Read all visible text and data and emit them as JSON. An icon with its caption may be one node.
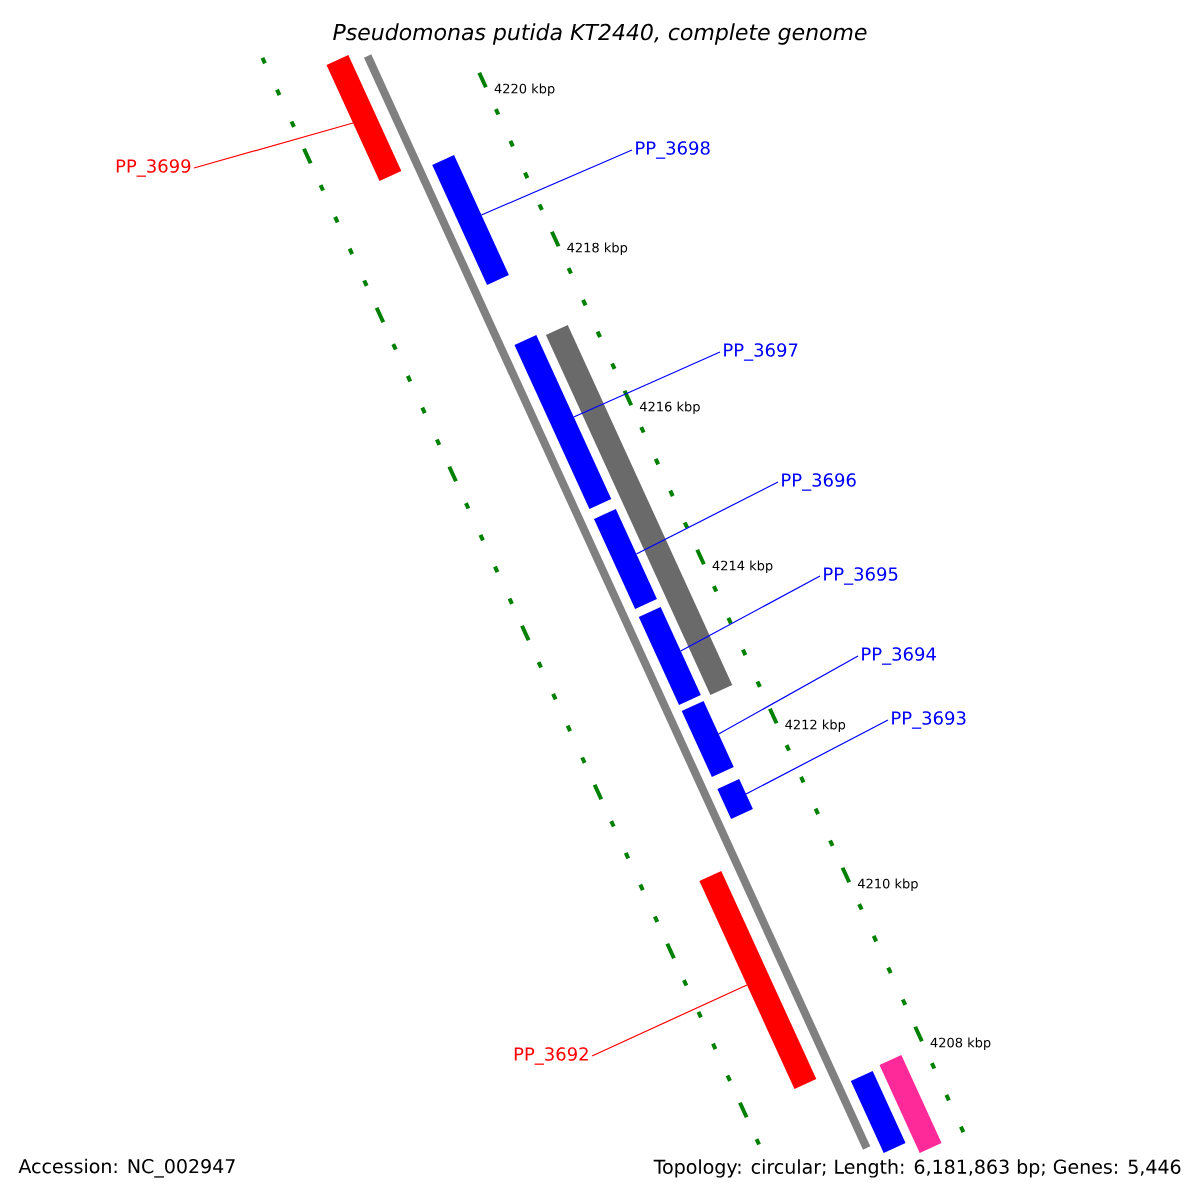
{
  "diagram": {
    "title": "Pseudomonas putida KT2440, complete genome",
    "nodes": [
      {
        "text": [
          "PP_3699"
        ]
      },
      {
        "text": [
          "PP_3698"
        ]
      },
      {
        "text": [
          "PP_3697"
        ]
      },
      {
        "text": [
          "PP_3696"
        ]
      },
      {
        "text": [
          "PP_3695"
        ]
      },
      {
        "text": [
          "PP_3694"
        ]
      },
      {
        "text": [
          "PP_3693"
        ]
      },
      {
        "text": [
          "PP_3692"
        ]
      },
      {
        "text": [],
        "shape": "bar"
      },
      {
        "text": [],
        "shape": "bar"
      },
      {
        "text": [],
        "shape": "bar"
      },
      {
        "text": [],
        "shape": "bar"
      },
      {
        "text": [],
        "shape": "bar"
      },
      {
        "text": [],
        "shape": "bar"
      },
      {
        "text": [],
        "shape": "bar"
      },
      {
        "text": [],
        "shape": "bar"
      },
      {
        "text": [],
        "shape": "bar"
      },
      {
        "text": [],
        "shape": "bar"
      },
      {
        "text": [],
        "shape": "bar"
      }
    ],
    "edges": [
      {
        "from": 0,
        "to": 8,
        "arrow": "none",
        "color": "#ff0000"
      },
      {
        "from": 1,
        "to": 9,
        "arrow": "none"
      },
      {
        "from": 2,
        "to": 10,
        "arrow": "none"
      },
      {
        "from": 3,
        "to": 11,
        "arrow": "none"
      },
      {
        "from": 4,
        "to": 12,
        "arrow": "none"
      },
      {
        "from": 5,
        "to": 13,
        "arrow": "none"
      },
      {
        "from": 6,
        "to": 14,
        "arrow": "none"
      },
      {
        "from": 7,
        "to": 15,
        "arrow": "none",
        "color": "#ff0000"
      }
    ],
    "labels": [
      "4220 kbp",
      "4218 kbp",
      "4216 kbp",
      "4214 kbp",
      "4212 kbp",
      "4210 kbp",
      "4208 kbp",
      "Accession: NC_002947",
      "Topology: circular; Length: 6,181,863 bp; Genes: 5,446"
    ]
  }
}
